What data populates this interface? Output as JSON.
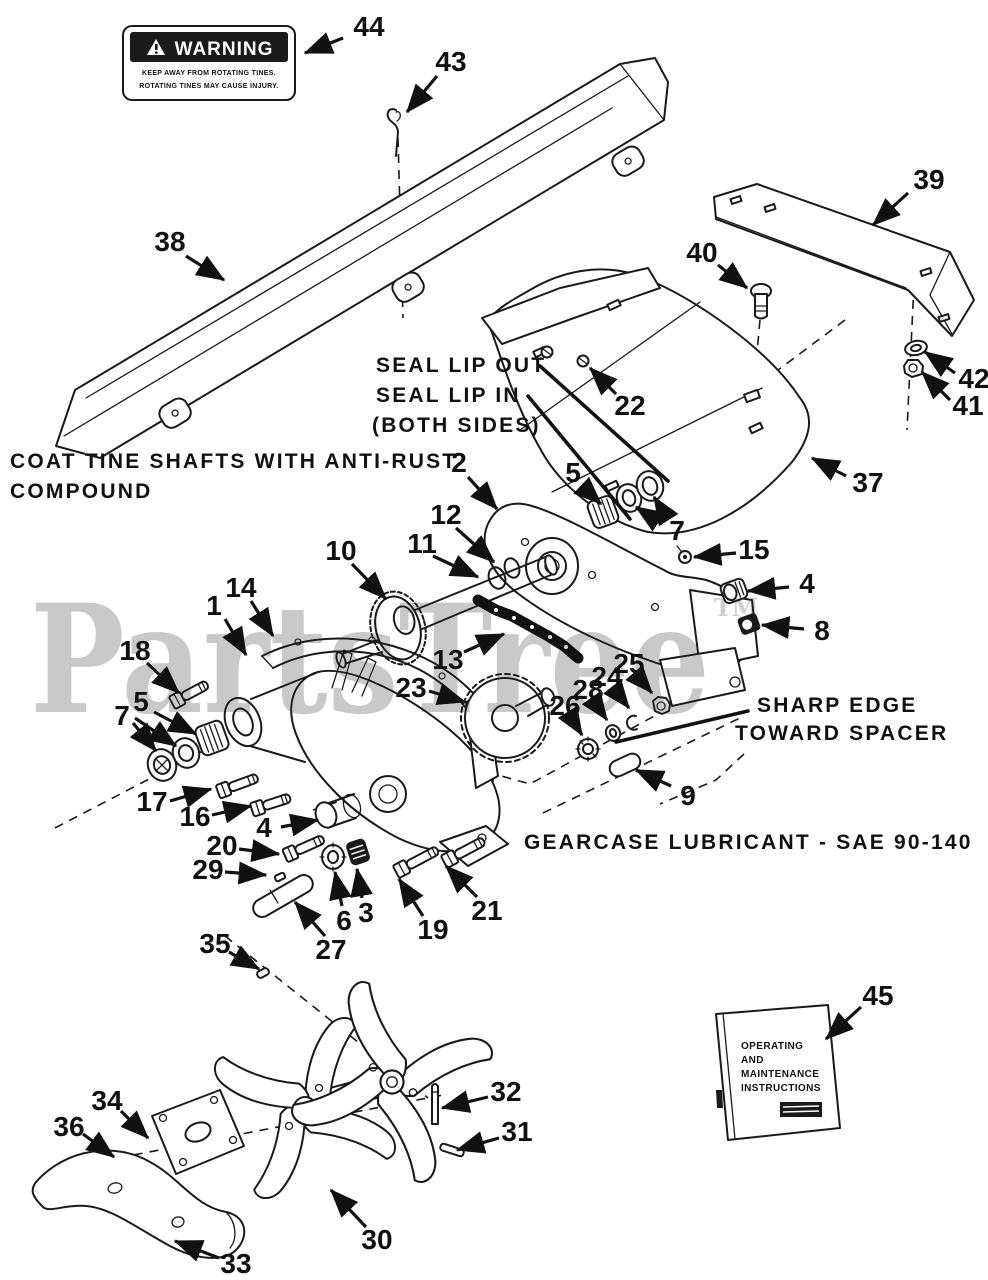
{
  "watermark": {
    "text": "PartsTree",
    "tm": "TM",
    "color": "#c9c9c9"
  },
  "warning_label": {
    "title": "WARNING",
    "line1": "KEEP AWAY FROM ROTATING TINES.",
    "line2": "ROTATING TINES MAY CAUSE INJURY."
  },
  "notes": {
    "seal_lip_out": "SEAL LIP OUT",
    "seal_lip_in": "SEAL LIP IN",
    "both_sides": "(BOTH SIDES)",
    "coat_line1": "COAT TINE SHAFTS WITH ANTI-RUST",
    "coat_line2": "COMPOUND",
    "sharp_line1": "SHARP EDGE",
    "sharp_line2": "TOWARD SPACER",
    "lubricant": "GEARCASE LUBRICANT - SAE 90-140"
  },
  "manual": {
    "line1": "OPERATING",
    "line2": "AND",
    "line3": "MAINTENANCE",
    "line4": "INSTRUCTIONS"
  },
  "callouts": {
    "c1": "1",
    "c2": "2",
    "c3": "3",
    "c4": "4",
    "c5": "5",
    "c6": "6",
    "c7": "7",
    "c8": "8",
    "c9": "9",
    "c10": "10",
    "c11": "11",
    "c12": "12",
    "c13": "13",
    "c14": "14",
    "c15": "15",
    "c16": "16",
    "c17": "17",
    "c18": "18",
    "c19": "19",
    "c20": "20",
    "c21": "21",
    "c22": "22",
    "c23": "23",
    "c24": "24",
    "c25": "25",
    "c26": "26",
    "c27": "27",
    "c28": "28",
    "c29": "29",
    "c30": "30",
    "c31": "31",
    "c32": "32",
    "c33": "33",
    "c34": "34",
    "c35": "35",
    "c36": "36",
    "c37": "37",
    "c38": "38",
    "c39": "39",
    "c40": "40",
    "c41": "41",
    "c42": "42",
    "c43": "43",
    "c44": "44",
    "c45": "45"
  }
}
